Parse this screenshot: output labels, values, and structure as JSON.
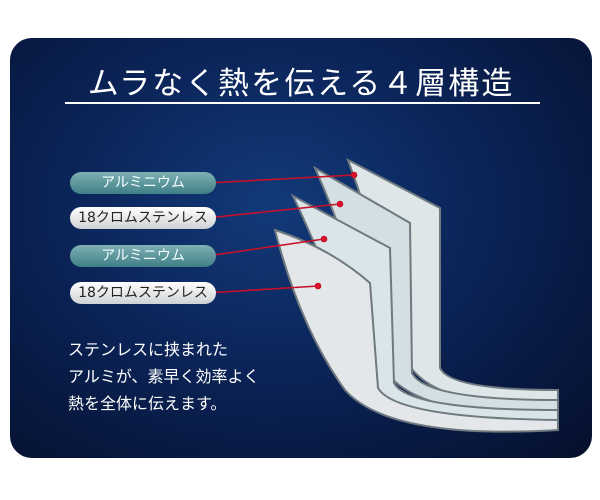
{
  "title": "ムラなく熱を伝える４層構造",
  "layers": [
    {
      "label": "アルミニウム",
      "type": "aluminum"
    },
    {
      "label": "18クロムステンレス",
      "type": "stainless"
    },
    {
      "label": "アルミニウム",
      "type": "aluminum"
    },
    {
      "label": "18クロムステンレス",
      "type": "stainless"
    }
  ],
  "description": [
    "ステンレスに挟まれた",
    "アルミが、素早く効率よく",
    "熱を全体に伝えます。"
  ],
  "colors": {
    "background": "#0b2458",
    "aluminum": "#5a9499",
    "leader": "#d0102a"
  }
}
